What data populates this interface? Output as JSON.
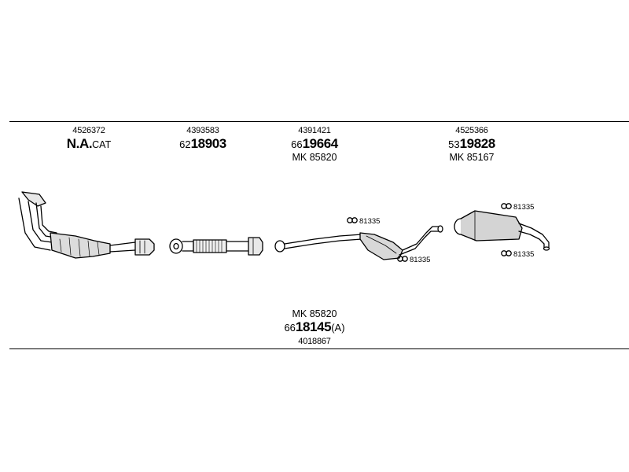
{
  "groups": [
    {
      "ref": "4526372",
      "main": "N.A.",
      "suffix": "CAT"
    },
    {
      "ref": "4393583",
      "prefix": "62",
      "main": "18903"
    },
    {
      "ref": "4391421",
      "prefix": "66",
      "main": "19664",
      "mk": "MK  85820"
    },
    {
      "ref": "4525366",
      "prefix": "53",
      "main": "19828",
      "mk": "MK  85167"
    }
  ],
  "bottom": {
    "mk": "MK  85820",
    "prefix": "66",
    "main": "18145",
    "suffix": "(A)",
    "ref": "4018867"
  },
  "clips": [
    "81335",
    "81335",
    "81335",
    "81335"
  ]
}
